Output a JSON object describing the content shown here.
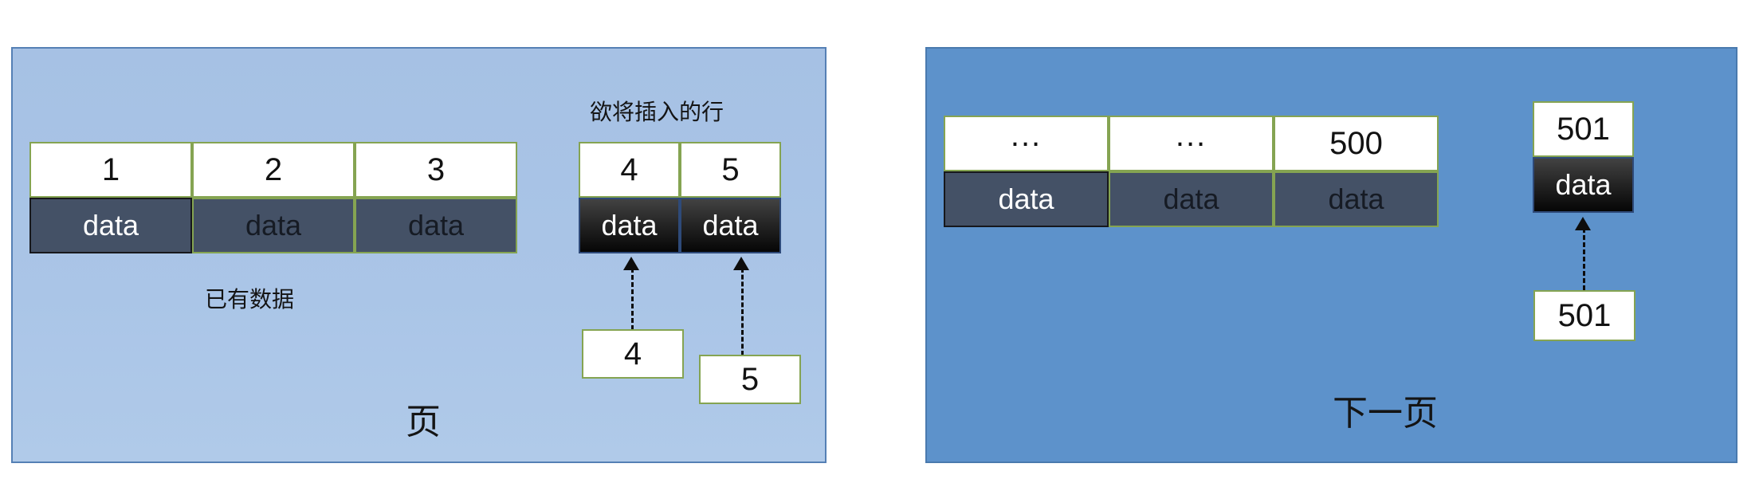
{
  "left_page": {
    "title": "页",
    "existing_data_label": "已有数据",
    "insert_rows_label": "欲将插入的行",
    "main_table": {
      "keys": [
        "1",
        "2",
        "3"
      ],
      "data": [
        "data",
        "data",
        "data"
      ]
    },
    "insert_table": {
      "keys": [
        "4",
        "5"
      ],
      "data": [
        "data",
        "data"
      ]
    },
    "pending_boxes": [
      "4",
      "5"
    ]
  },
  "right_page": {
    "title": "下一页",
    "main_table": {
      "keys": [
        "...",
        "...",
        "500"
      ],
      "data": [
        "data",
        "data",
        "data"
      ]
    },
    "insert_stack": {
      "key": "501",
      "data": "data"
    },
    "pending_box": "501"
  },
  "colors": {
    "left_panel_bg": "#a9c4e6",
    "right_panel_bg": "#5d92cb",
    "cell_border_green": "#85a452",
    "dark_cell_bg": "#445166",
    "black_gradient_cell": "#1a1a1a",
    "arrow": "#0d0d0d"
  }
}
